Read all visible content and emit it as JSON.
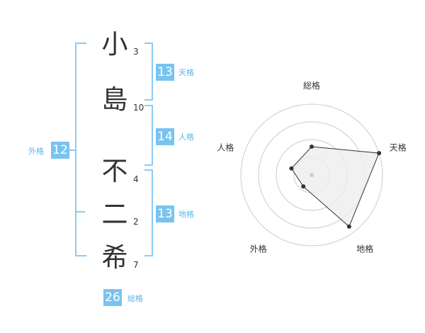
{
  "name": {
    "chars": [
      {
        "char": "小",
        "strokes": "3"
      },
      {
        "char": "島",
        "strokes": "10"
      },
      {
        "char": "不",
        "strokes": "4"
      },
      {
        "char": "二",
        "strokes": "2"
      },
      {
        "char": "希",
        "strokes": "7"
      }
    ]
  },
  "kaku": {
    "tenkaku": {
      "label": "天格",
      "value": "13"
    },
    "jinkaku": {
      "label": "人格",
      "value": "14"
    },
    "chikaku": {
      "label": "地格",
      "value": "13"
    },
    "gaikaku": {
      "label": "外格",
      "value": "12"
    },
    "soukaku": {
      "label": "総格",
      "value": "26"
    }
  },
  "chart_data": {
    "type": "radar",
    "axes": [
      "総格",
      "天格",
      "地格",
      "外格",
      "人格"
    ],
    "values": [
      0.4,
      1.0,
      0.9,
      0.2,
      0.3
    ],
    "rings": 4,
    "colors": {
      "fill": "#eeeeee",
      "line": "#333333",
      "ring": "#cccccc",
      "point": "#333333"
    }
  }
}
